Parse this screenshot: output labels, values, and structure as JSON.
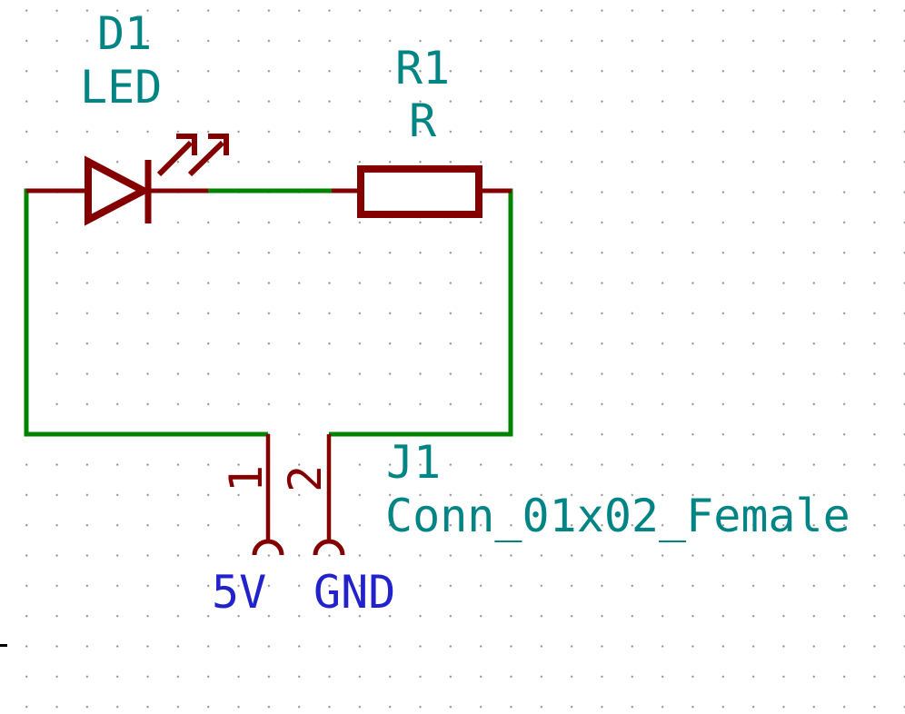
{
  "colors": {
    "wire": "#008400",
    "component": "#840000",
    "field_text": "#008484",
    "net_label": "#2222CC",
    "grid_dot": "#8F8F8F",
    "background": "#FFFFFF",
    "sheet_mark": "#000000"
  },
  "led": {
    "reference": "D1",
    "value": "LED"
  },
  "resistor": {
    "reference": "R1",
    "value": "R"
  },
  "connector": {
    "reference": "J1",
    "value": "Conn_01x02_Female",
    "pin1_number": "1",
    "pin2_number": "2"
  },
  "net_labels": {
    "pin1": "5V",
    "pin2": "GND"
  }
}
